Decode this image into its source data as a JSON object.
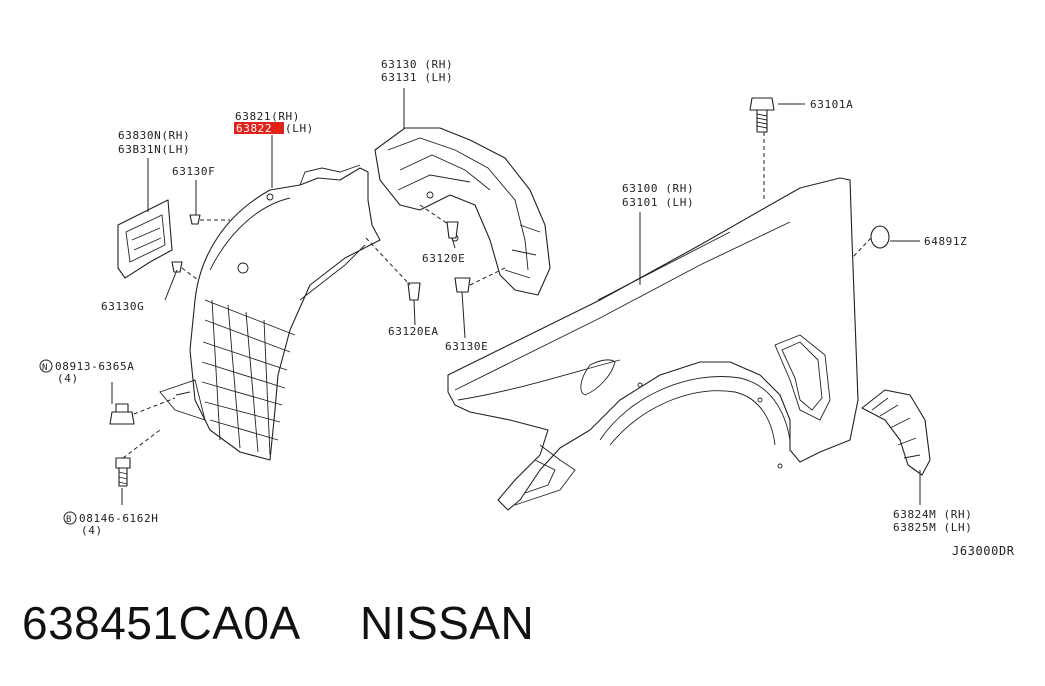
{
  "diagram_code": "J63000DR",
  "footer": {
    "part_number": "638451CA0A",
    "brand": "NISSAN"
  },
  "highlight_color": "#e0221b",
  "labels": {
    "l63130_rh": "63130 (RH)",
    "l63131_lh": "63131 (LH)",
    "l63821_rh": "63821(RH)",
    "l63822": "63822",
    "l63822_suffix": "(LH)",
    "l63830n_rh": "63830N(RH)",
    "l63831n_lh": "63B31N(LH)",
    "l63130f": "63130F",
    "l63130g": "63130G",
    "l63120e": "63120E",
    "l63120ea": "63120EA",
    "l63130e": "63130E",
    "l63100_rh": "63100 (RH)",
    "l63101_lh": "63101 (LH)",
    "l63101a": "63101A",
    "l64891z": "64891Z",
    "l63824m_rh": "63824M (RH)",
    "l63825m_lh": "63825M (LH)",
    "n_prefix": "N",
    "n_number": "08913-6365A",
    "n_qty": "(4)",
    "b_prefix": "B",
    "b_number": "08146-6162H",
    "b_qty": "(4)"
  }
}
